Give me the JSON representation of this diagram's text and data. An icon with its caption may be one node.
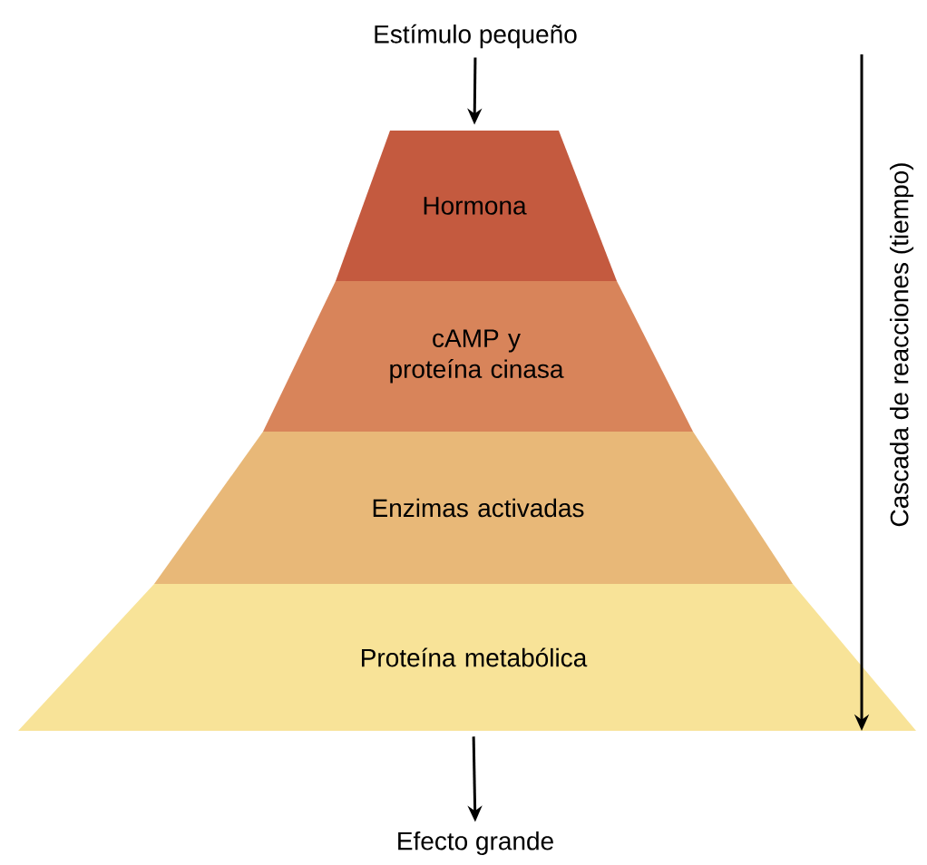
{
  "diagram": {
    "nodes": [
      {
        "text": [
          "Estímulo pequeño"
        ]
      },
      {
        "text": [
          "Hormona"
        ]
      },
      {
        "text": [
          "cAMP y proteína cinasa"
        ]
      },
      {
        "text": [
          "Enzimas activadas"
        ]
      },
      {
        "text": [
          "Proteína metabólica"
        ]
      },
      {
        "text": [
          "Efecto grande"
        ]
      }
    ],
    "edges": [
      {
        "from": 0,
        "to": 1,
        "arrow": "to"
      },
      {
        "from": 4,
        "to": 5,
        "arrow": "to"
      }
    ],
    "labels": [
      "Cascada de reacciones (tiempo)"
    ]
  }
}
